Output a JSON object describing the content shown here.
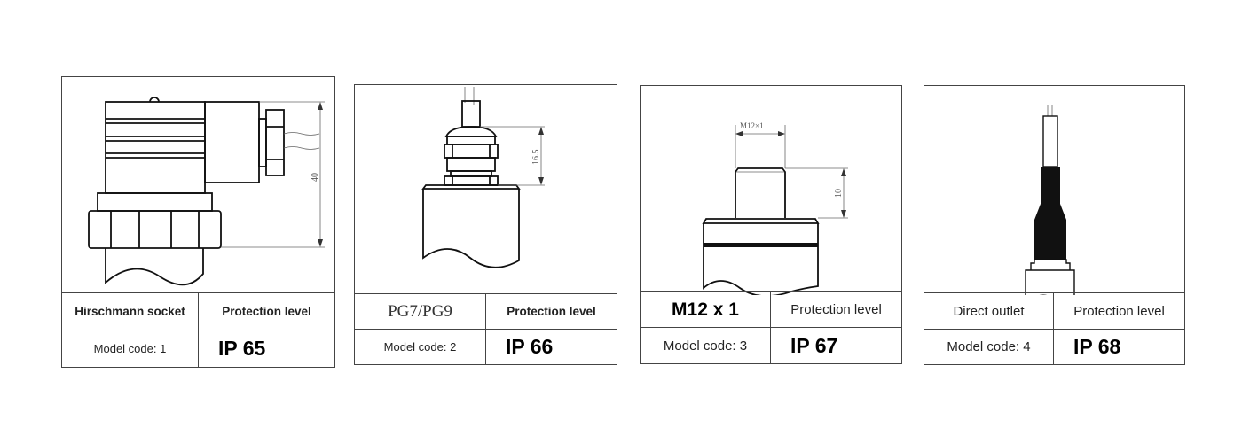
{
  "panels": [
    {
      "name": "Hirschmann socket",
      "header": "Protection level",
      "model_code": "Model code: 1",
      "ip": "IP 65",
      "dimension": "40"
    },
    {
      "name": "PG7/PG9",
      "header": "Protection level",
      "model_code": "Model code: 2",
      "ip": "IP 66",
      "dimension": "16.5"
    },
    {
      "name": "M12 x 1",
      "header": "Protection level",
      "model_code": "Model code: 3",
      "ip": "IP 67",
      "dimension": "10",
      "thread_label": "M12×1"
    },
    {
      "name": "Direct outlet",
      "header": "Protection level",
      "model_code": "Model code: 4",
      "ip": "IP 68"
    }
  ]
}
